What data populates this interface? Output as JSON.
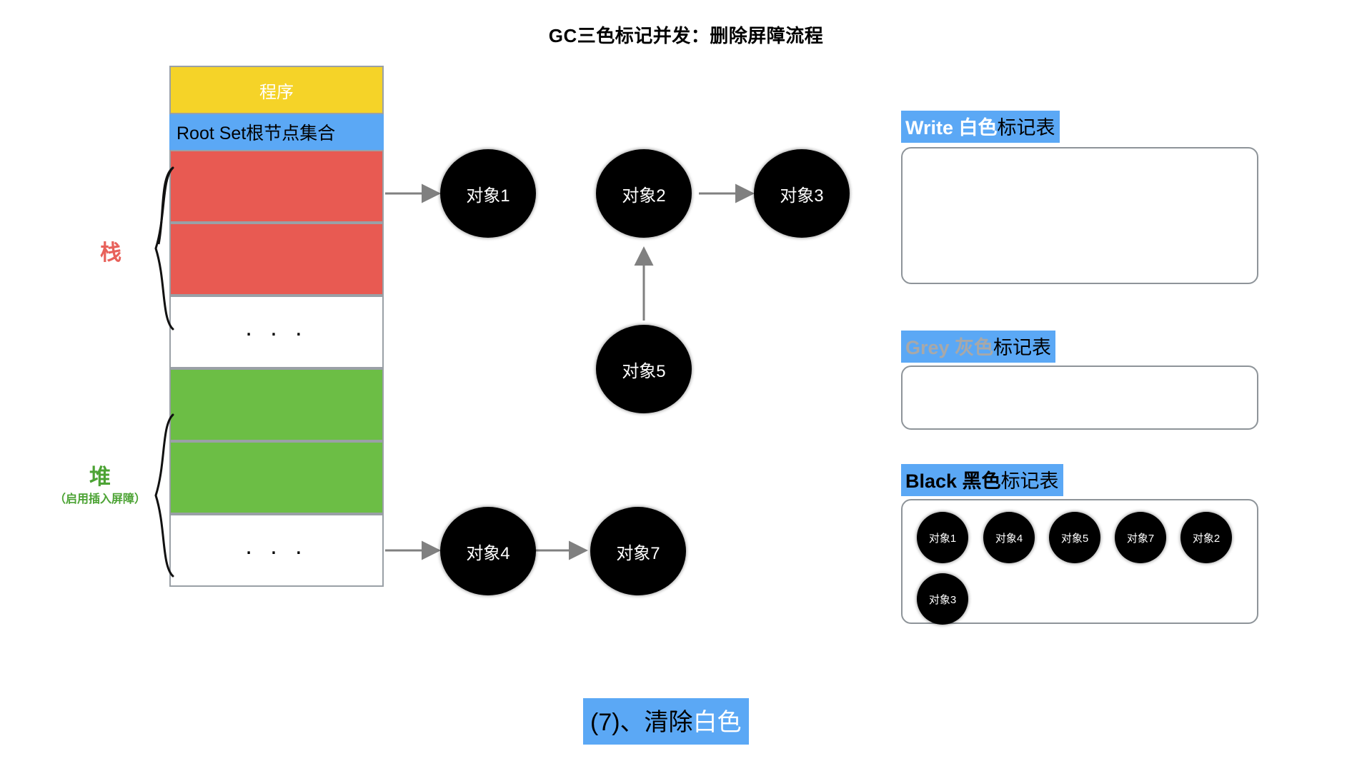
{
  "title": "GC三色标记并发：删除屏障流程",
  "memory_column": {
    "program_label": "程序",
    "rootset_label": "Root Set根节点集合",
    "dots": ". . .",
    "cells": [
      {
        "kind": "program",
        "label": "程序",
        "color": "#F5D328"
      },
      {
        "kind": "rootset",
        "label": "Root Set根节点集合",
        "color": "#5BA8F5"
      },
      {
        "kind": "slot",
        "label": "",
        "color": "#E85A52"
      },
      {
        "kind": "slot",
        "label": "",
        "color": "#E85A52"
      },
      {
        "kind": "dots",
        "label": ". . .",
        "color": "#FFFFFF"
      },
      {
        "kind": "slot",
        "label": "",
        "color": "#6CBE45"
      },
      {
        "kind": "slot",
        "label": "",
        "color": "#6CBE45"
      },
      {
        "kind": "dots",
        "label": ". . .",
        "color": "#FFFFFF"
      }
    ]
  },
  "side_labels": {
    "stack": {
      "name": "栈",
      "note": "",
      "color": "#E8615A"
    },
    "heap": {
      "name": "堆",
      "note": "（启用插入屏障）",
      "color": "#4CA334"
    }
  },
  "graph": {
    "nodes": [
      {
        "id": "obj1",
        "label": "对象1",
        "color": "#000000"
      },
      {
        "id": "obj2",
        "label": "对象2",
        "color": "#000000"
      },
      {
        "id": "obj3",
        "label": "对象3",
        "color": "#000000"
      },
      {
        "id": "obj5",
        "label": "对象5",
        "color": "#000000"
      },
      {
        "id": "obj4",
        "label": "对象4",
        "color": "#000000"
      },
      {
        "id": "obj7",
        "label": "对象7",
        "color": "#000000"
      }
    ],
    "edges": [
      {
        "from": "root-stack-slot-1",
        "to": "obj1"
      },
      {
        "from": "obj2",
        "to": "obj3"
      },
      {
        "from": "obj5",
        "to": "obj2"
      },
      {
        "from": "root-heap-slot-2",
        "to": "obj4"
      },
      {
        "from": "obj4",
        "to": "obj7"
      }
    ],
    "arrow_color": "#808080"
  },
  "mark_tables": [
    {
      "id": "white",
      "title_lead": "Write 白色",
      "title_tail": "标记表",
      "lead_color": "#FFFFFF",
      "highlight": "#5BA8F5",
      "items": []
    },
    {
      "id": "grey",
      "title_lead": "Grey 灰色",
      "title_tail": "标记表",
      "lead_color": "#A8A8A8",
      "highlight": "#5BA8F5",
      "items": []
    },
    {
      "id": "black",
      "title_lead": "Black 黑色",
      "title_tail": "标记表",
      "lead_color": "#000000",
      "highlight": "#5BA8F5",
      "items": [
        "对象1",
        "对象4",
        "对象5",
        "对象7",
        "对象2",
        "对象3"
      ]
    }
  ],
  "caption": {
    "lead": "(7)、清除",
    "highlight": "白色",
    "background": "#5BA8F5"
  }
}
